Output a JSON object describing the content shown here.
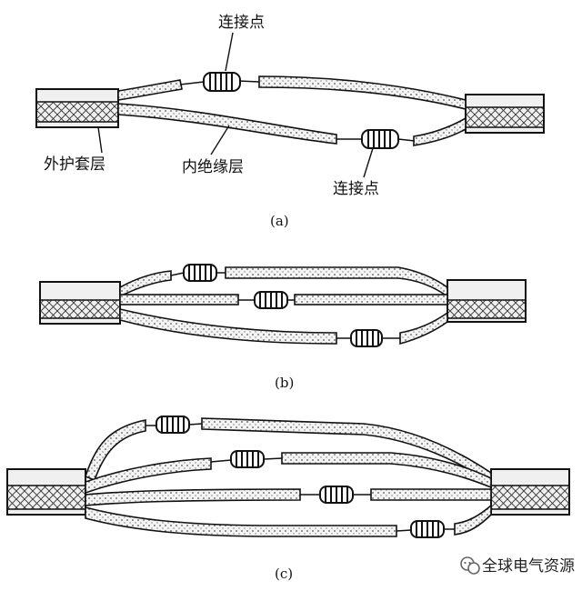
{
  "labels": {
    "top_joint": "连接点",
    "outer_sheath": "外护套层",
    "inner_insulation": "内绝缘层",
    "bottom_joint": "连接点"
  },
  "captions": {
    "a": "(a)",
    "b": "(b)",
    "c": "(c)"
  },
  "watermark": {
    "text": "全球电气资源",
    "icon": "wechat-icon"
  },
  "colors": {
    "ink": "#111111",
    "sheath_fill": "#f2f2f2",
    "paper": "#ffffff"
  }
}
